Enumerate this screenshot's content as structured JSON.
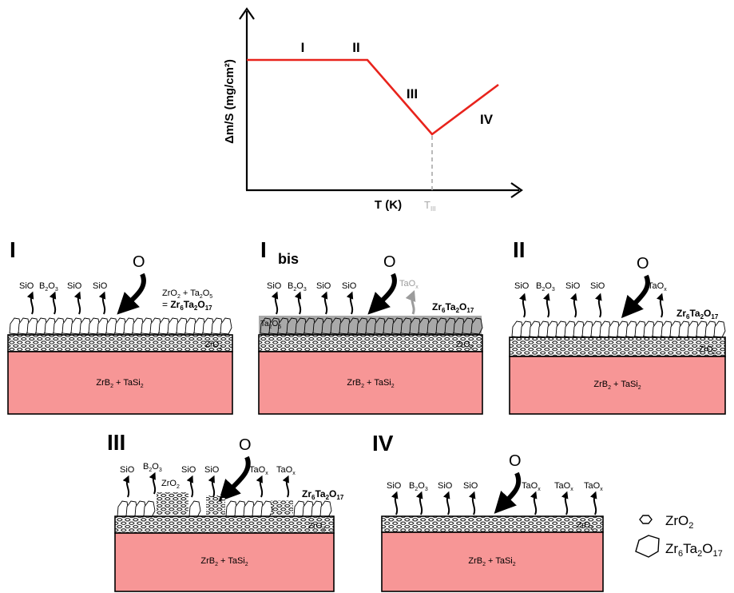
{
  "graph": {
    "y_axis_label": "Δm/S (mg/cm²)",
    "x_axis_label": "T (K)",
    "t_marker": "T",
    "t_marker_sub": "III",
    "stage_labels": [
      "I",
      "II",
      "III",
      "IV"
    ]
  },
  "panels": [
    {
      "id": "I",
      "title": "I",
      "title_suffix": "",
      "oxygen": "O",
      "species": [
        "SiO",
        "B2O3",
        "SiO",
        "SiO"
      ],
      "tao_species": [],
      "reaction_line1": "ZrO2 + Ta2O5",
      "reaction_line2": "= Zr6Ta2O17",
      "phase_label": "",
      "zro2_label": "ZrO2",
      "substrate_label": "ZrB2 + TaSi2"
    },
    {
      "id": "Ibis",
      "title": "I",
      "title_suffix": "bis",
      "oxygen": "O",
      "species": [
        "SiO",
        "B2O3",
        "SiO",
        "SiO"
      ],
      "tao_species": [
        "TaOx"
      ],
      "reaction_line1": "",
      "reaction_line2": "",
      "phase_label": "Zr6Ta2O17",
      "ta2o5_label": "Ta2O5",
      "zro2_label": "ZrO2",
      "substrate_label": "ZrB2 + TaSi2"
    },
    {
      "id": "II",
      "title": "II",
      "title_suffix": "",
      "oxygen": "O",
      "species": [
        "SiO",
        "B2O3",
        "SiO",
        "SiO"
      ],
      "tao_species": [
        "TaOx"
      ],
      "phase_label": "Zr6Ta2O17",
      "zro2_label": "ZrO2",
      "substrate_label": "ZrB2 + TaSi2"
    },
    {
      "id": "III",
      "title": "III",
      "title_suffix": "",
      "oxygen": "O",
      "species": [
        "SiO",
        "B2O3",
        "SiO",
        "SiO"
      ],
      "tao_species": [
        "TaOx",
        "TaOx"
      ],
      "zro2_inline": "ZrO2",
      "phase_label": "Zr6Ta2O17",
      "zro2_label": "ZrO2",
      "substrate_label": "ZrB2 + TaSi2"
    },
    {
      "id": "IV",
      "title": "IV",
      "title_suffix": "",
      "oxygen": "O",
      "species": [
        "SiO",
        "B2O3",
        "SiO",
        "SiO"
      ],
      "tao_species": [
        "TaOx",
        "TaOx",
        "TaOx"
      ],
      "zro2_label": "ZrO2",
      "substrate_label": "ZrB2 + TaSi2"
    }
  ],
  "legend": [
    {
      "icon": "hexagon-icon",
      "label": "ZrO2"
    },
    {
      "icon": "grain-icon",
      "label": "Zr6Ta2O17"
    }
  ],
  "colors": {
    "curve": "#e8231c",
    "substrate": "#f79696",
    "ta2o5_layer": "#a9a9a9",
    "tao_faded": "#9c9c9c",
    "t_marker": "#a9a9a9"
  }
}
